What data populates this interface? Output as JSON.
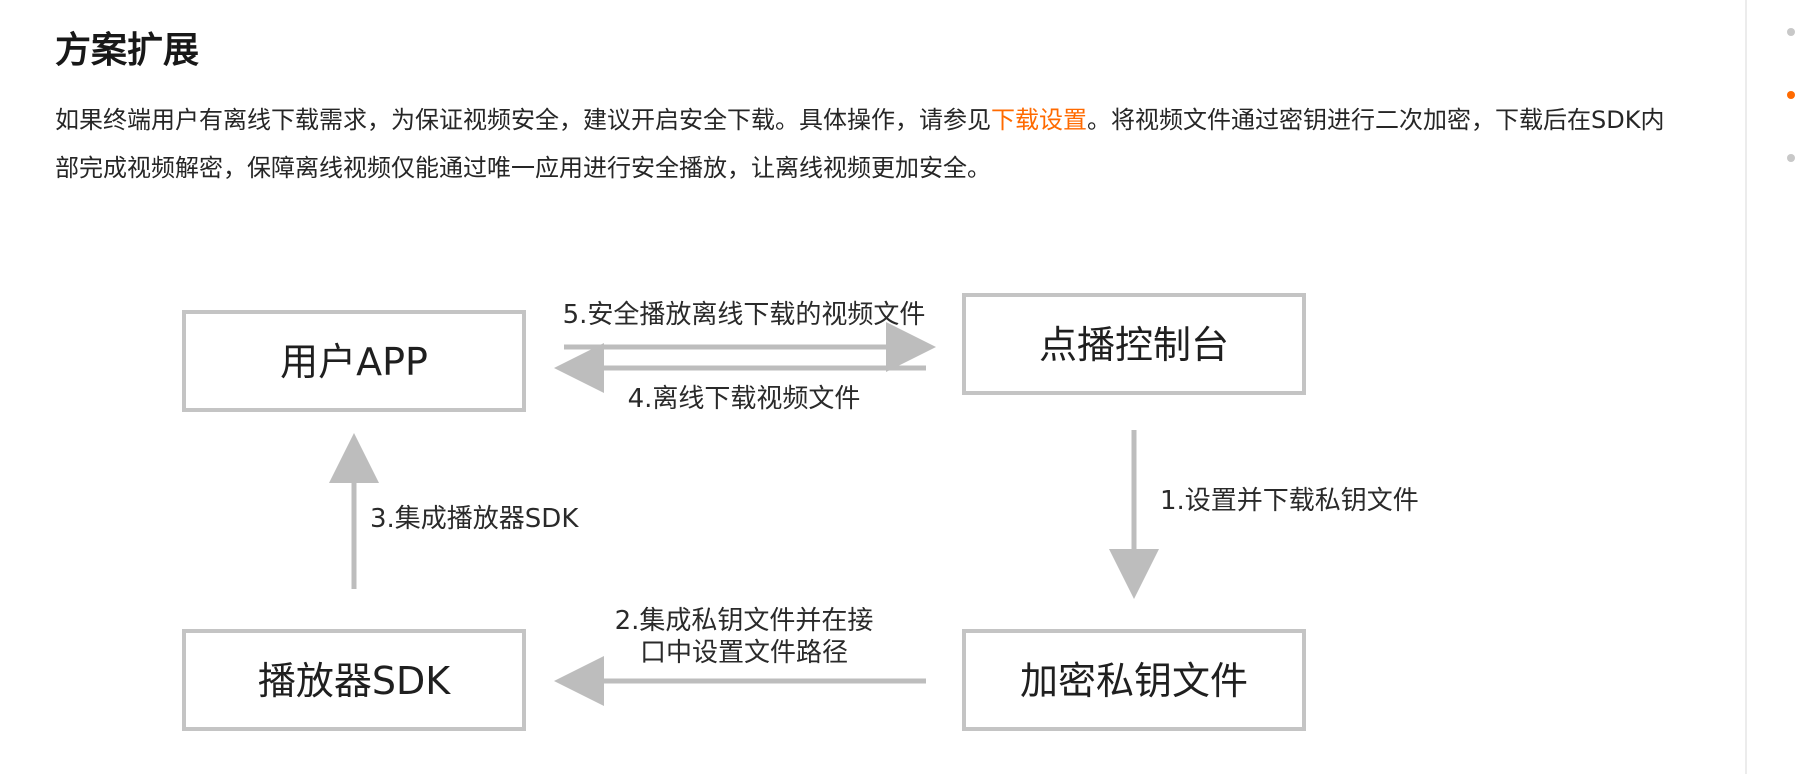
{
  "section": {
    "title": "方案扩展",
    "paragraph": {
      "before_link": "如果终端用户有离线下载需求，为保证视频安全，建议开启安全下载。具体操作，请参见",
      "link_text": "下载设置",
      "after_link": "。将视频文件通过密钥进行二次加密，下载后在SDK内部完成视频解密，保障离线视频仅能通过唯一应用进行安全播放，让离线视频更加安全。"
    }
  },
  "diagram": {
    "nodes": {
      "user_app": "用户APP",
      "vod_console": "点播控制台",
      "player_sdk": "播放器SDK",
      "encrypted_key_file": "加密私钥文件"
    },
    "edges": {
      "step1": "1.设置并下载私钥文件",
      "step2_line1": "2.集成私钥文件并在接",
      "step2_line2": "口中设置文件路径",
      "step3": "3.集成播放器SDK",
      "step4": "4.离线下载视频文件",
      "step5": "5.安全播放离线下载的视频文件"
    }
  },
  "colors": {
    "link": "#ff6a00",
    "rail_dot_active": "#ff6a00",
    "rail_dot_inactive": "#c8c8c8",
    "arrow": "#bdbdbd",
    "box_border": "#c4c4c4"
  },
  "right_rail": {
    "items": [
      {
        "state": "inactive"
      },
      {
        "state": "active"
      },
      {
        "state": "inactive"
      }
    ]
  }
}
